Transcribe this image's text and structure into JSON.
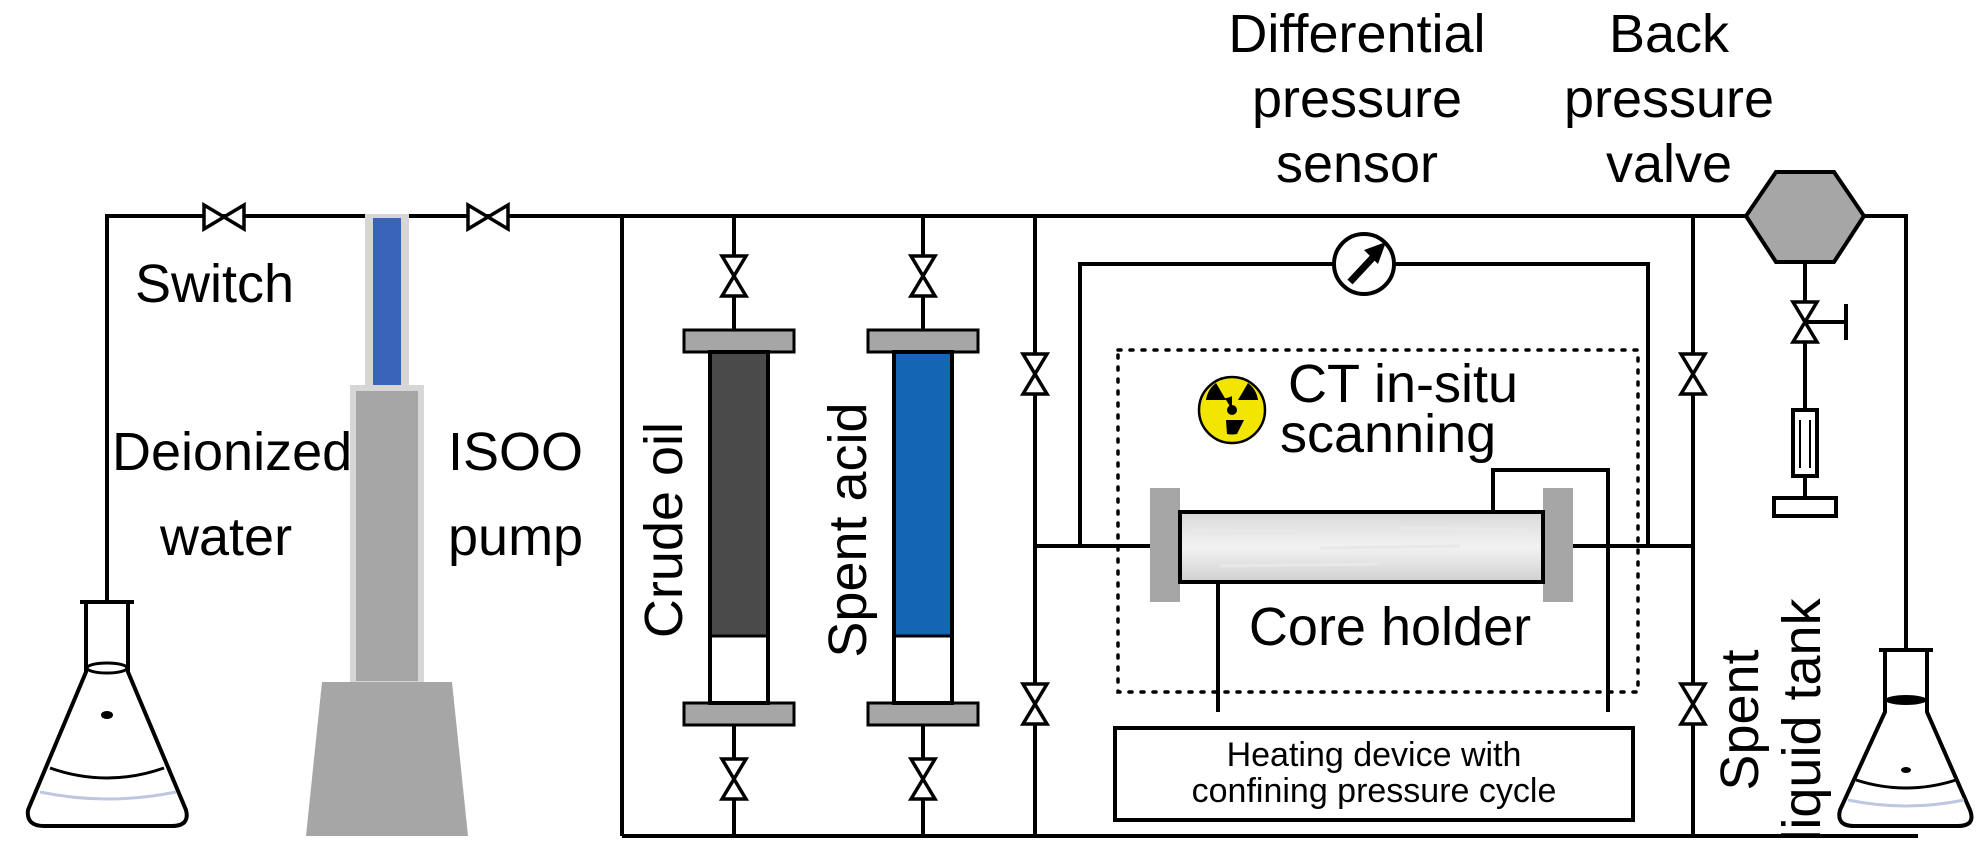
{
  "labels": {
    "switch": "Switch",
    "deionized_water_line1": "Deionized",
    "deionized_water_line2": "water",
    "pump_line1": "ISOO",
    "pump_line2": "pump",
    "crude_oil": "Crude oil",
    "spent_acid": "Spent acid",
    "dp_sensor_line1": "Differential",
    "dp_sensor_line2": "pressure",
    "dp_sensor_line3": "sensor",
    "bpv_line1": "Back",
    "bpv_line2": "pressure",
    "bpv_line3": "valve",
    "ct_line1": "CT in-situ",
    "ct_line2": "scanning",
    "core_holder": "Core holder",
    "heating_line1": "Heating device with",
    "heating_line2": "confining pressure cycle",
    "spent_tank_line1": "Spent",
    "spent_tank_line2": "liquid tank"
  },
  "colors": {
    "line": "#000000",
    "gray": "#a6a6a6",
    "dark_gray": "#4a4a4a",
    "blue": "#1465b4",
    "pump_blue": "#3a64b8",
    "radiation_yellow": "#f2e500"
  },
  "icons": [
    "valve-icon",
    "gauge-icon",
    "radiation-icon",
    "flask-icon",
    "hexagon-valve-icon"
  ]
}
